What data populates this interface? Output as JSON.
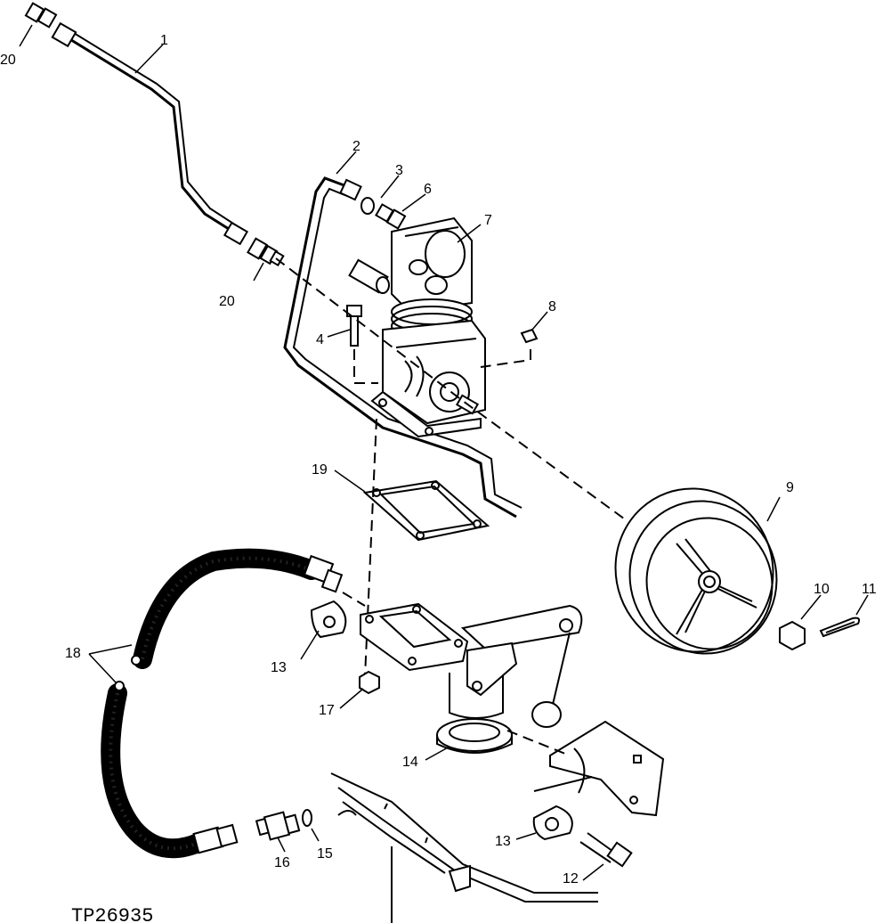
{
  "figure": {
    "reference": "TP26935"
  },
  "callouts": [
    {
      "id": "c1",
      "label": "1"
    },
    {
      "id": "c2",
      "label": "2"
    },
    {
      "id": "c3",
      "label": "3"
    },
    {
      "id": "c4",
      "label": "4"
    },
    {
      "id": "c6",
      "label": "6"
    },
    {
      "id": "c7",
      "label": "7"
    },
    {
      "id": "c8",
      "label": "8"
    },
    {
      "id": "c9",
      "label": "9"
    },
    {
      "id": "c10",
      "label": "10"
    },
    {
      "id": "c11",
      "label": "11"
    },
    {
      "id": "c12",
      "label": "12"
    },
    {
      "id": "c13a",
      "label": "13"
    },
    {
      "id": "c13b",
      "label": "13"
    },
    {
      "id": "c14",
      "label": "14"
    },
    {
      "id": "c15",
      "label": "15"
    },
    {
      "id": "c16",
      "label": "16"
    },
    {
      "id": "c17",
      "label": "17"
    },
    {
      "id": "c18",
      "label": "18"
    },
    {
      "id": "c19",
      "label": "19"
    },
    {
      "id": "c20a",
      "label": "20"
    },
    {
      "id": "c20b",
      "label": "20"
    }
  ]
}
